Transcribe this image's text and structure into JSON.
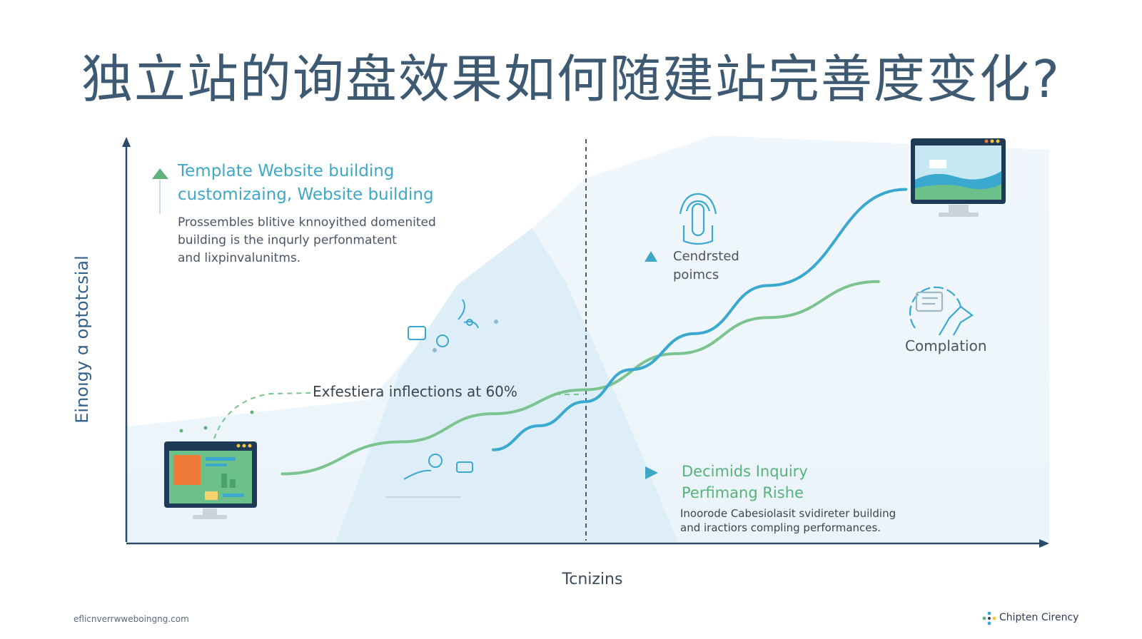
{
  "title": "独立站的询盘效果如何随建站完善度变化?",
  "annotations": {
    "template_heading_1": "Template Website building",
    "template_heading_2": "customizaing, Website building",
    "template_body_1": "Prossembles blitive knnoyithed domenited",
    "template_body_2": "building is the inqurly perfonmatent",
    "template_body_3": "and lixpinvalunitms.",
    "centred_label_1": "Cendrsted",
    "centred_label_2": "poimcs",
    "completion_label": "Complation",
    "inquiry_heading_1": "Decimids Inquiry",
    "inquiry_heading_2": "Perfimang Rishe",
    "inquiry_body_1": "Inoorode Cabesiolasit svidireter building",
    "inquiry_body_2": "and iractiors compling performances.",
    "inflection_label": "Exfestiera inflections at 60%"
  },
  "footer": {
    "url": "eflicnverrwweboingng.com",
    "brand": "Chipten Cirency"
  },
  "colors": {
    "title": "#3d5a72",
    "blue_line": "#3aa8cf",
    "green_line": "#7cc48f",
    "axis": "#2a4a6a",
    "mountain": "#dcedf7",
    "accent_green": "#5fb27b",
    "accent_blue": "#3fa7c6"
  },
  "icons": [
    "monitor-template-icon",
    "monitor-finished-icon",
    "touch-hand-icon",
    "completion-gear-icon",
    "chat-bubble-icon",
    "magnifier-icon",
    "triangle-up-icon",
    "triangle-right-icon"
  ],
  "chart_data": {
    "type": "line",
    "xlabel": "Tcnizins",
    "ylabel": "Einoıgy ɑ optotcsial",
    "xlim": [
      0,
      100
    ],
    "ylim": [
      0,
      100
    ],
    "inflection_x": 50,
    "series": [
      {
        "name": "",
        "color": "green",
        "x": [
          17,
          30,
          40,
          50,
          60,
          70,
          82
        ],
        "y": [
          17,
          25,
          32,
          38,
          47,
          56,
          65
        ]
      },
      {
        "name": "",
        "color": "blue",
        "x": [
          40,
          45,
          50,
          55,
          62,
          70,
          85
        ],
        "y": [
          23,
          29,
          35,
          43,
          52,
          64,
          88
        ]
      }
    ]
  }
}
